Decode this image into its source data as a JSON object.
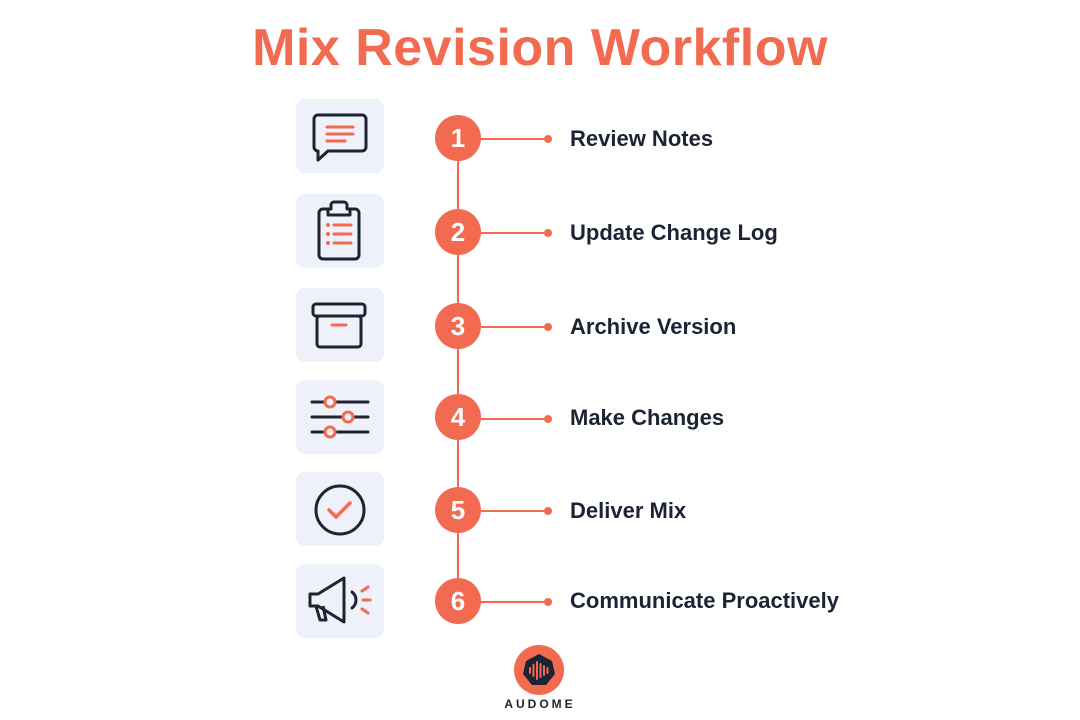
{
  "title": "Mix Revision Workflow",
  "colors": {
    "accent": "#f26b50",
    "text": "#1c2333",
    "icon_bg": "#eef1f9",
    "logo_inner": "#1c2333"
  },
  "steps": [
    {
      "number": "1",
      "label": "Review Notes",
      "icon": "chat-bubble-icon"
    },
    {
      "number": "2",
      "label": "Update Change Log",
      "icon": "clipboard-list-icon"
    },
    {
      "number": "3",
      "label": "Archive Version",
      "icon": "archive-box-icon"
    },
    {
      "number": "4",
      "label": "Make Changes",
      "icon": "sliders-icon"
    },
    {
      "number": "5",
      "label": "Deliver Mix",
      "icon": "check-circle-icon"
    },
    {
      "number": "6",
      "label": "Communicate Proactively",
      "icon": "megaphone-icon"
    }
  ],
  "logo": {
    "icon": "sound-wave-icon",
    "brand": "AUDOME"
  }
}
